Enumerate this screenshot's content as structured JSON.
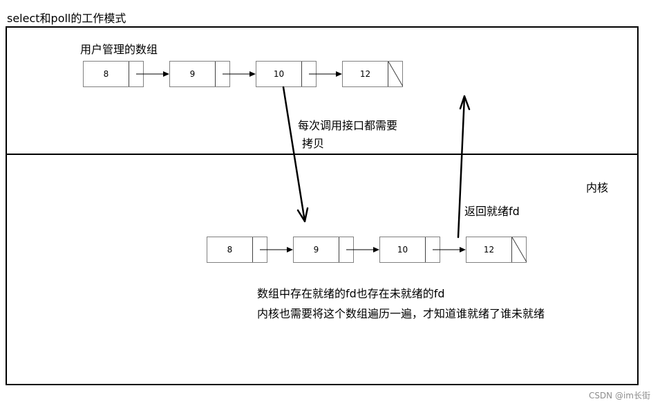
{
  "diagram": {
    "title": "select和poll的工作模式",
    "user_label": "用户管理的数组",
    "copy_label_line1": "每次调用接口都需要",
    "copy_label_line2": "拷贝",
    "kernel_label": "内核",
    "return_label": "返回就绪fd",
    "note_line1": "数组中存在就绪的fd也存在未就绪的fd",
    "note_line2": "内核也需要将这个数组遍历一遍，才知道谁就绪了谁未就绪",
    "user_list": [
      {
        "value": "8"
      },
      {
        "value": "9"
      },
      {
        "value": "10"
      },
      {
        "value": "12"
      }
    ],
    "kernel_list": [
      {
        "value": "8"
      },
      {
        "value": "9"
      },
      {
        "value": "10"
      },
      {
        "value": "12"
      }
    ]
  },
  "watermark": "CSDN @im长街"
}
